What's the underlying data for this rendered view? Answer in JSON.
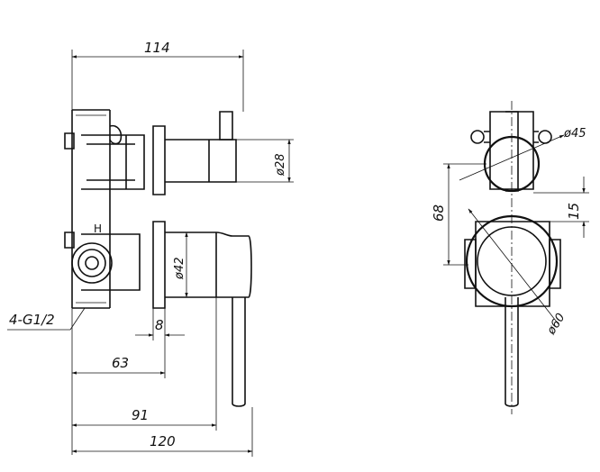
{
  "dimensions": {
    "top_width": "114",
    "body_diameter": "ø28",
    "handle_diameter": "ø42",
    "thread": "4-G1/2",
    "plate_thickness": "8",
    "depth_63": "63",
    "depth_91": "91",
    "depth_120": "120",
    "top_circle_diameter": "ø45",
    "center_distance": "68",
    "offset_15": "15",
    "bottom_circle_diameter": "ø60"
  },
  "markings": {
    "hot_label": "H"
  }
}
